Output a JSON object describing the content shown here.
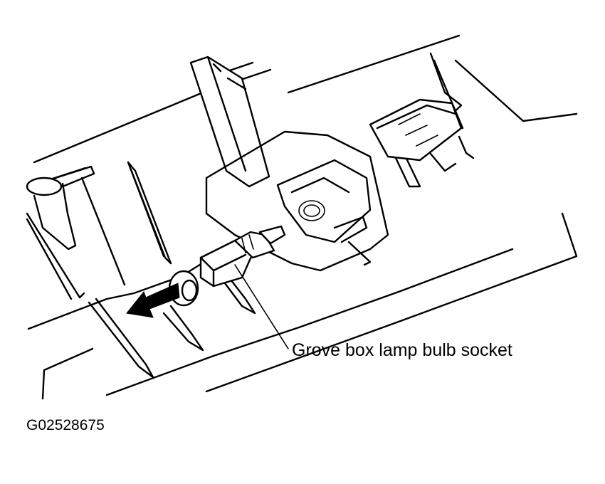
{
  "diagram": {
    "callout_label": "Grove box lamp bulb socket",
    "figure_code": "G02528675",
    "line_color": "#000000",
    "background_color": "#ffffff",
    "arrow_icon": "removal-direction-arrow"
  }
}
